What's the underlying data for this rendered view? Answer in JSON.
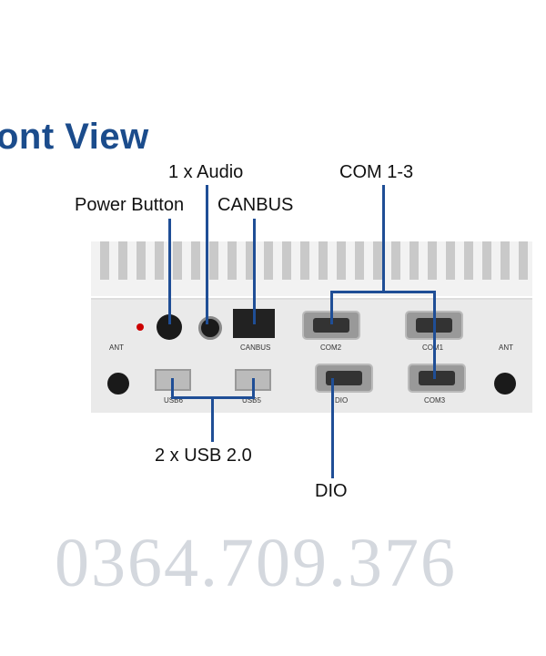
{
  "title": "ont View",
  "callouts": {
    "audio": "1 x Audio",
    "com": "COM 1-3",
    "power": "Power Button",
    "canbus": "CANBUS",
    "usb": "2 x USB 2.0",
    "dio": "DIO"
  },
  "panel_labels": {
    "ant_left": "ANT",
    "canbus": "CANBUS",
    "com2": "COM2",
    "com1": "COM1",
    "ant_right": "ANT",
    "usb6": "USB6",
    "usb5": "USB5",
    "dio": "DIO",
    "com3": "COM3"
  },
  "watermark": "0364.709.376",
  "colors": {
    "accent": "#1b4c8c",
    "line": "#1f4e96"
  }
}
